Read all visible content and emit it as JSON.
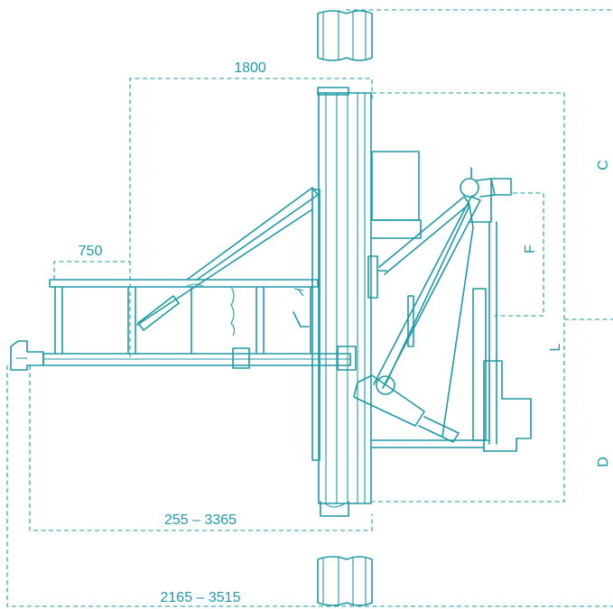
{
  "dimensions": {
    "top_width": "1800",
    "left_width": "750",
    "rail_range": "255 – 3365",
    "total_range": "2165 – 3515",
    "label_c": "C",
    "label_d": "D",
    "label_f": "F",
    "label_l": "L"
  }
}
